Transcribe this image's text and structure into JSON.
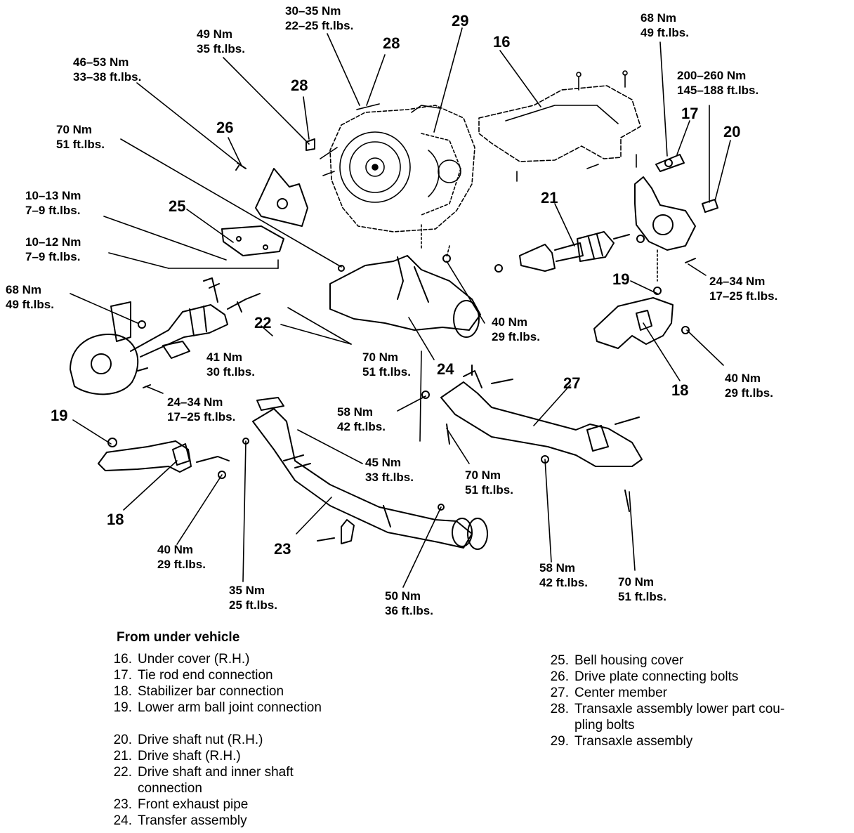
{
  "torque_labels": [
    {
      "nm": "30–35 Nm",
      "ft": "22–25 ft.lbs."
    },
    {
      "nm": "49 Nm",
      "ft": "35 ft.lbs."
    },
    {
      "nm": "46–53 Nm",
      "ft": "33–38 ft.lbs."
    },
    {
      "nm": "70 Nm",
      "ft": "51 ft.lbs."
    },
    {
      "nm": "10–13 Nm",
      "ft": "7–9 ft.lbs."
    },
    {
      "nm": "10–12 Nm",
      "ft": "7–9 ft.lbs."
    },
    {
      "nm": "68 Nm",
      "ft": "49 ft.lbs."
    },
    {
      "nm": "68 Nm",
      "ft": "49 ft.lbs."
    },
    {
      "nm": "200–260 Nm",
      "ft": "145–188 ft.lbs."
    },
    {
      "nm": "24–34 Nm",
      "ft": "17–25 ft.lbs."
    },
    {
      "nm": "40 Nm",
      "ft": "29 ft.lbs."
    },
    {
      "nm": "41 Nm",
      "ft": "30 ft.lbs."
    },
    {
      "nm": "70 Nm",
      "ft": "51 ft.lbs."
    },
    {
      "nm": "40 Nm",
      "ft": "29 ft.lbs."
    },
    {
      "nm": "24–34 Nm",
      "ft": "17–25 ft.lbs."
    },
    {
      "nm": "58 Nm",
      "ft": "42 ft.lbs."
    },
    {
      "nm": "45 Nm",
      "ft": "33 ft.lbs."
    },
    {
      "nm": "70 Nm",
      "ft": "51 ft.lbs."
    },
    {
      "nm": "40 Nm",
      "ft": "29 ft.lbs."
    },
    {
      "nm": "35 Nm",
      "ft": "25 ft.lbs."
    },
    {
      "nm": "50 Nm",
      "ft": "36 ft.lbs."
    },
    {
      "nm": "58 Nm",
      "ft": "42 ft.lbs."
    },
    {
      "nm": "70 Nm",
      "ft": "51 ft.lbs."
    }
  ],
  "callouts": [
    "29",
    "28",
    "28",
    "16",
    "26",
    "17",
    "20",
    "25",
    "21",
    "19",
    "22",
    "24",
    "27",
    "19",
    "18",
    "18",
    "23"
  ],
  "caption": "From under vehicle",
  "legend_left": [
    {
      "n": "16.",
      "t": "Under cover (R.H.)"
    },
    {
      "n": "17.",
      "t": "Tie rod end connection"
    },
    {
      "n": "18.",
      "t": "Stabilizer bar connection"
    },
    {
      "n": "19.",
      "t": "Lower arm ball joint connection"
    },
    {
      "n": "20.",
      "t": "Drive shaft nut (R.H.)"
    },
    {
      "n": "21.",
      "t": "Drive shaft (R.H.)"
    },
    {
      "n": "22.",
      "t": "Drive shaft and inner shaft"
    },
    {
      "n": "",
      "t": "connection"
    },
    {
      "n": "23.",
      "t": "Front exhaust pipe"
    },
    {
      "n": "24.",
      "t": "Transfer assembly"
    }
  ],
  "legend_right": [
    {
      "n": "25.",
      "t": "Bell housing cover"
    },
    {
      "n": "26.",
      "t": "Drive plate connecting bolts"
    },
    {
      "n": "27.",
      "t": "Center member"
    },
    {
      "n": "28.",
      "t": "Transaxle assembly lower part cou-"
    },
    {
      "n": "",
      "t": "pling bolts"
    },
    {
      "n": "29.",
      "t": "Transaxle assembly"
    }
  ]
}
